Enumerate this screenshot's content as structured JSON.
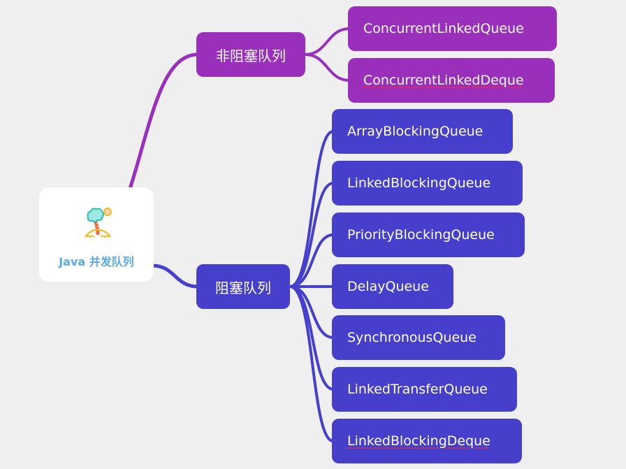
{
  "colors": {
    "background": "#efefef",
    "non_blocking": "#9a2fbb",
    "blocking": "#463fcb",
    "root_text": "#5aabee",
    "spellcheck_underline": "#ff2a2a"
  },
  "root": {
    "icon": "palm-island-icon",
    "label": "Java 并发队列"
  },
  "branches": [
    {
      "label": "非阻塞队列",
      "color": "#9a2fbb",
      "children": [
        {
          "label": "ConcurrentLinkedQueue",
          "spellcheck_flag": false
        },
        {
          "label": "ConcurrentLinkedDeque",
          "spellcheck_flag": true
        }
      ]
    },
    {
      "label": "阻塞队列",
      "color": "#463fcb",
      "children": [
        {
          "label": "ArrayBlockingQueue",
          "spellcheck_flag": false
        },
        {
          "label": "LinkedBlockingQueue",
          "spellcheck_flag": false
        },
        {
          "label": "PriorityBlockingQueue",
          "spellcheck_flag": false
        },
        {
          "label": "DelayQueue",
          "spellcheck_flag": false
        },
        {
          "label": "SynchronousQueue",
          "spellcheck_flag": false
        },
        {
          "label": "LinkedTransferQueue",
          "spellcheck_flag": false
        },
        {
          "label": "LinkedBlockingDeque",
          "spellcheck_flag": true
        }
      ]
    }
  ]
}
